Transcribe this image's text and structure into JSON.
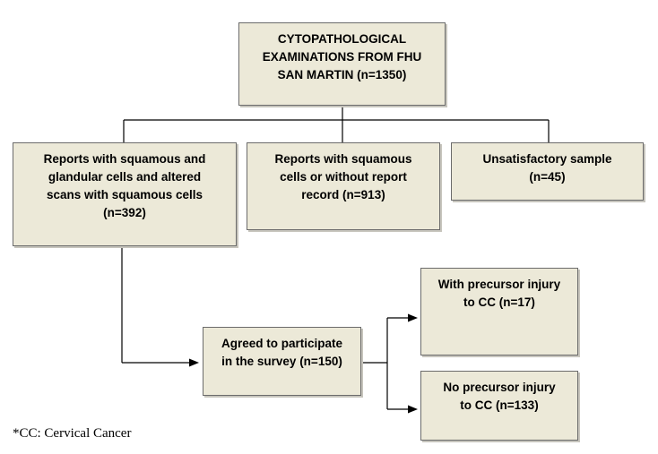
{
  "diagram": {
    "top_box": "CYTOPATHOLOGICAL\nEXAMINATIONS FROM FHU\nSAN MARTIN (n=1350)",
    "left_box": "Reports with squamous and\nglandular cells and altered\nscans with squamous cells\n(n=392)",
    "middle_box": "Reports with squamous\ncells or without report\nrecord (n=913)",
    "right_box": "Unsatisfactory sample\n(n=45)",
    "survey_box": "Agreed to participate\nin the survey (n=150)",
    "precursor_box": "With precursor injury\nto CC (n=17)",
    "no_precursor_box": "No precursor injury\nto CC (n=133)"
  },
  "footnote": "*CC: Cervical Cancer"
}
